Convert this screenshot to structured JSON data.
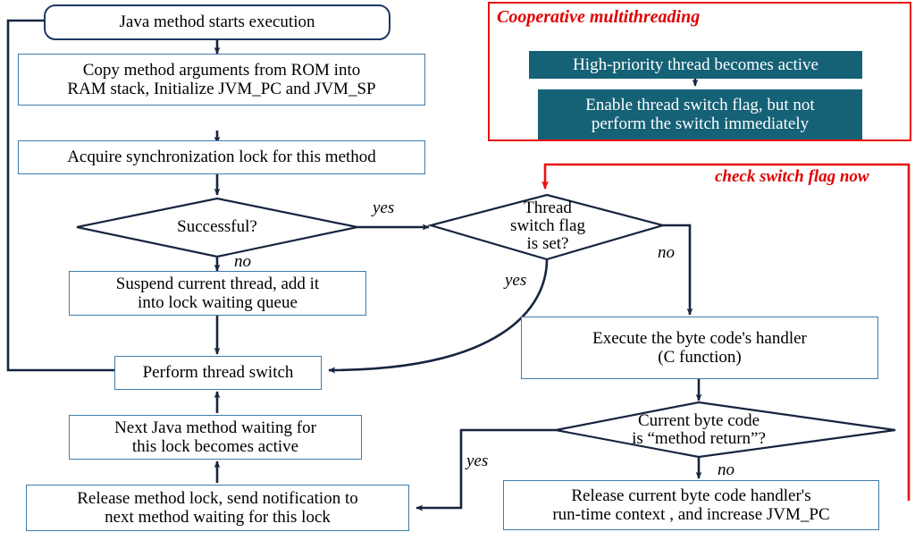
{
  "diagram": {
    "title": "JVM method execution and cooperative multithreading flowchart",
    "colors": {
      "box_border": "#3f7cab",
      "start_border": "#1f3864",
      "arrow": "#16243f",
      "accent_red": "#e81010",
      "teal_fill": "#156176",
      "text": "#000000"
    }
  },
  "nodes": {
    "start": "Java method starts execution",
    "copy_args": "Copy method arguments from ROM into RAM stack, Initialize JVM_PC and JVM_SP",
    "acquire_lock": "Acquire synchronization lock for this method",
    "successful": "Successful?",
    "suspend": "Suspend current thread, add it into lock waiting queue",
    "perform_switch": "Perform thread switch",
    "next_method": "Next Java method waiting for this lock becomes active",
    "release_lock": "Release method lock, send notification to next method waiting for this lock",
    "switch_flag": "Thread switch flag is set?",
    "execute_handler": "Execute the byte code's handler (C function)",
    "byte_code_return": "Current byte code is \"method return\"?",
    "release_context": "Release current byte code handler's run-time context , and increase JVM_PC"
  },
  "node_lines": {
    "copy_args": [
      "Copy method arguments from ROM into",
      "RAM stack, Initialize JVM_PC and JVM_SP"
    ],
    "suspend": [
      "Suspend current thread, add it",
      "into lock waiting queue"
    ],
    "next_method": [
      "Next Java method waiting for",
      "this lock becomes active"
    ],
    "release_lock": [
      "Release method lock, send notification to",
      "next method waiting for this lock"
    ],
    "switch_flag": [
      "Thread",
      "switch flag",
      "is set?"
    ],
    "execute_handler": [
      "Execute the byte code's handler",
      "(C function)"
    ],
    "byte_code_return": [
      "Current byte code",
      "is “method return”?"
    ],
    "release_context": [
      "Release current byte code handler's",
      "run-time context , and increase JVM_PC"
    ]
  },
  "callout": {
    "title": "Cooperative multithreading",
    "steps": [
      "High-priority thread becomes active",
      "Enable thread switch flag, but not perform the switch immediately"
    ],
    "step_lines": {
      "step1": [
        "High-priority thread becomes active"
      ],
      "step2": [
        "Enable thread switch flag, but not",
        "perform the switch immediately"
      ]
    },
    "note": "check switch flag now"
  },
  "edge_labels": {
    "successful_yes": "yes",
    "successful_no": "no",
    "switch_flag_yes": "yes",
    "switch_flag_no": "no",
    "return_yes": "yes",
    "return_no": "no"
  }
}
